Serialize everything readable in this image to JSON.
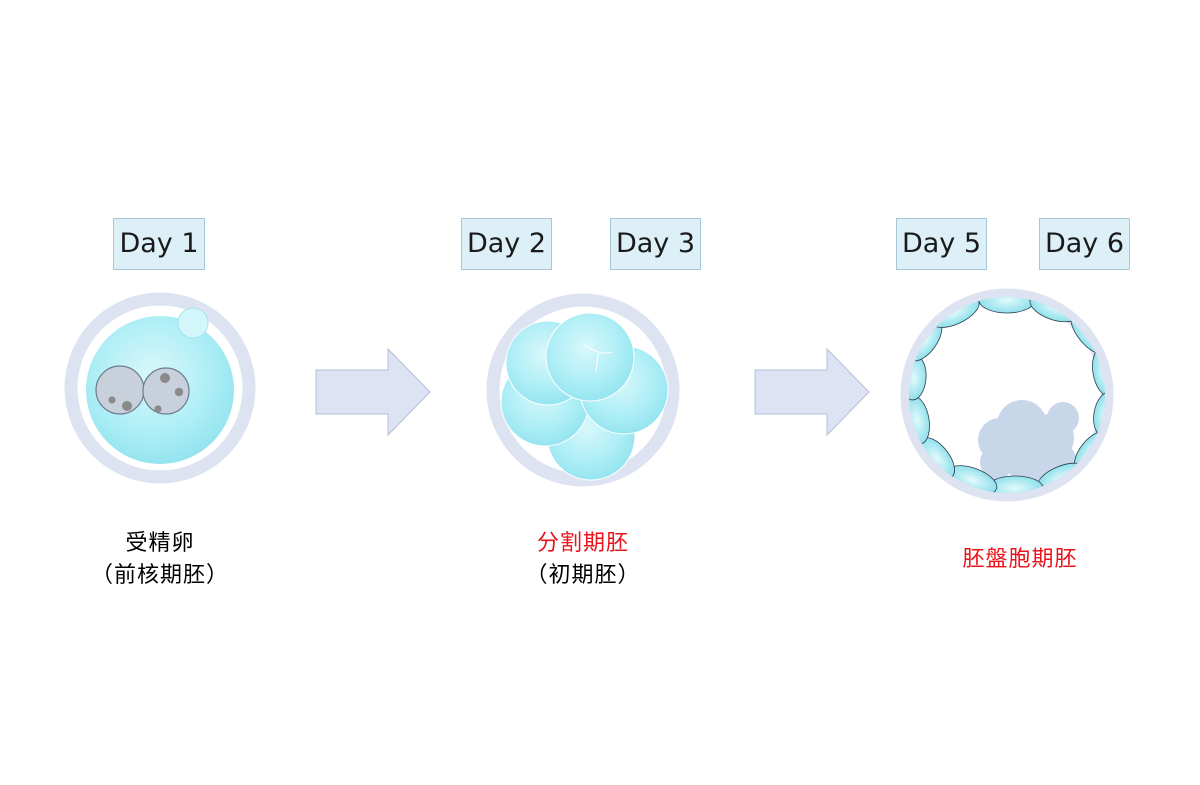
{
  "stages": [
    {
      "days": [
        "Day 1"
      ],
      "caption_lines": [
        "受精卵",
        "（前核期胚）"
      ],
      "caption_colors": [
        "#1a1a1a",
        "#1a1a1a"
      ]
    },
    {
      "days": [
        "Day 2",
        "Day 3"
      ],
      "caption_lines": [
        "分割期胚",
        "（初期胚）"
      ],
      "caption_colors": [
        "#e8141b",
        "#1a1a1a"
      ]
    },
    {
      "days": [
        "Day 5",
        "Day 6"
      ],
      "caption_lines": [
        "胚盤胞期胚"
      ],
      "caption_colors": [
        "#e8141b"
      ]
    }
  ],
  "colors": {
    "zona": "#dde3f0",
    "cell_fill": "#aeeef6",
    "arrow_fill": "#dde3f3",
    "arrow_stroke": "#b6bfd8",
    "day_box_fill": "#ddf0f8",
    "accent_red": "#e8141b"
  }
}
